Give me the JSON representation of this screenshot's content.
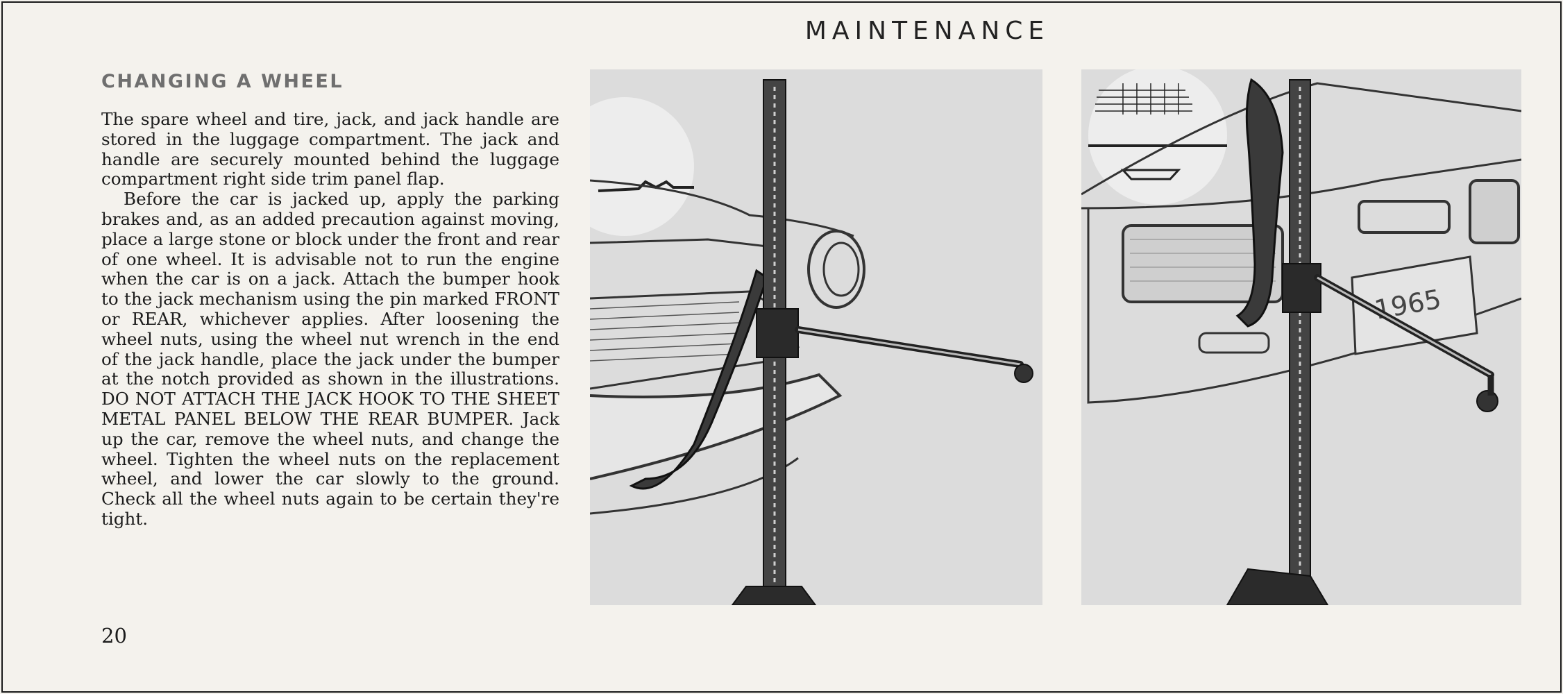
{
  "header": {
    "title": "MAINTENANCE"
  },
  "section": {
    "title": "CHANGING A WHEEL"
  },
  "paragraphs": [
    "The spare wheel and tire, jack, and jack handle are stored in the luggage compartment. The jack and handle are securely mounted behind the luggage compartment right side trim panel flap.",
    "Before the car is jacked up, apply the parking brakes and, as an added precaution against moving, place a large stone or block under the front and rear of one wheel. It is advisable not to run the engine when the car is on a jack. Attach the bumper hook to the jack mechanism using the pin marked FRONT or REAR, whichever applies. After loosening the wheel nuts, using the wheel nut wrench in the end of the jack handle, place the jack under the bumper at the notch provided as shown in the illustrations. DO NOT ATTACH THE JACK HOOK TO THE SHEET METAL PANEL BELOW THE REAR BUMPER. Jack up the car, remove the wheel nuts, and change the wheel. Tighten the wheel nuts on the replacement wheel, and lower the car slowly to the ground. Check all the wheel nuts again to be certain they're tight."
  ],
  "page_number": "20",
  "illustrations": {
    "rear_plate_text": "1965"
  }
}
